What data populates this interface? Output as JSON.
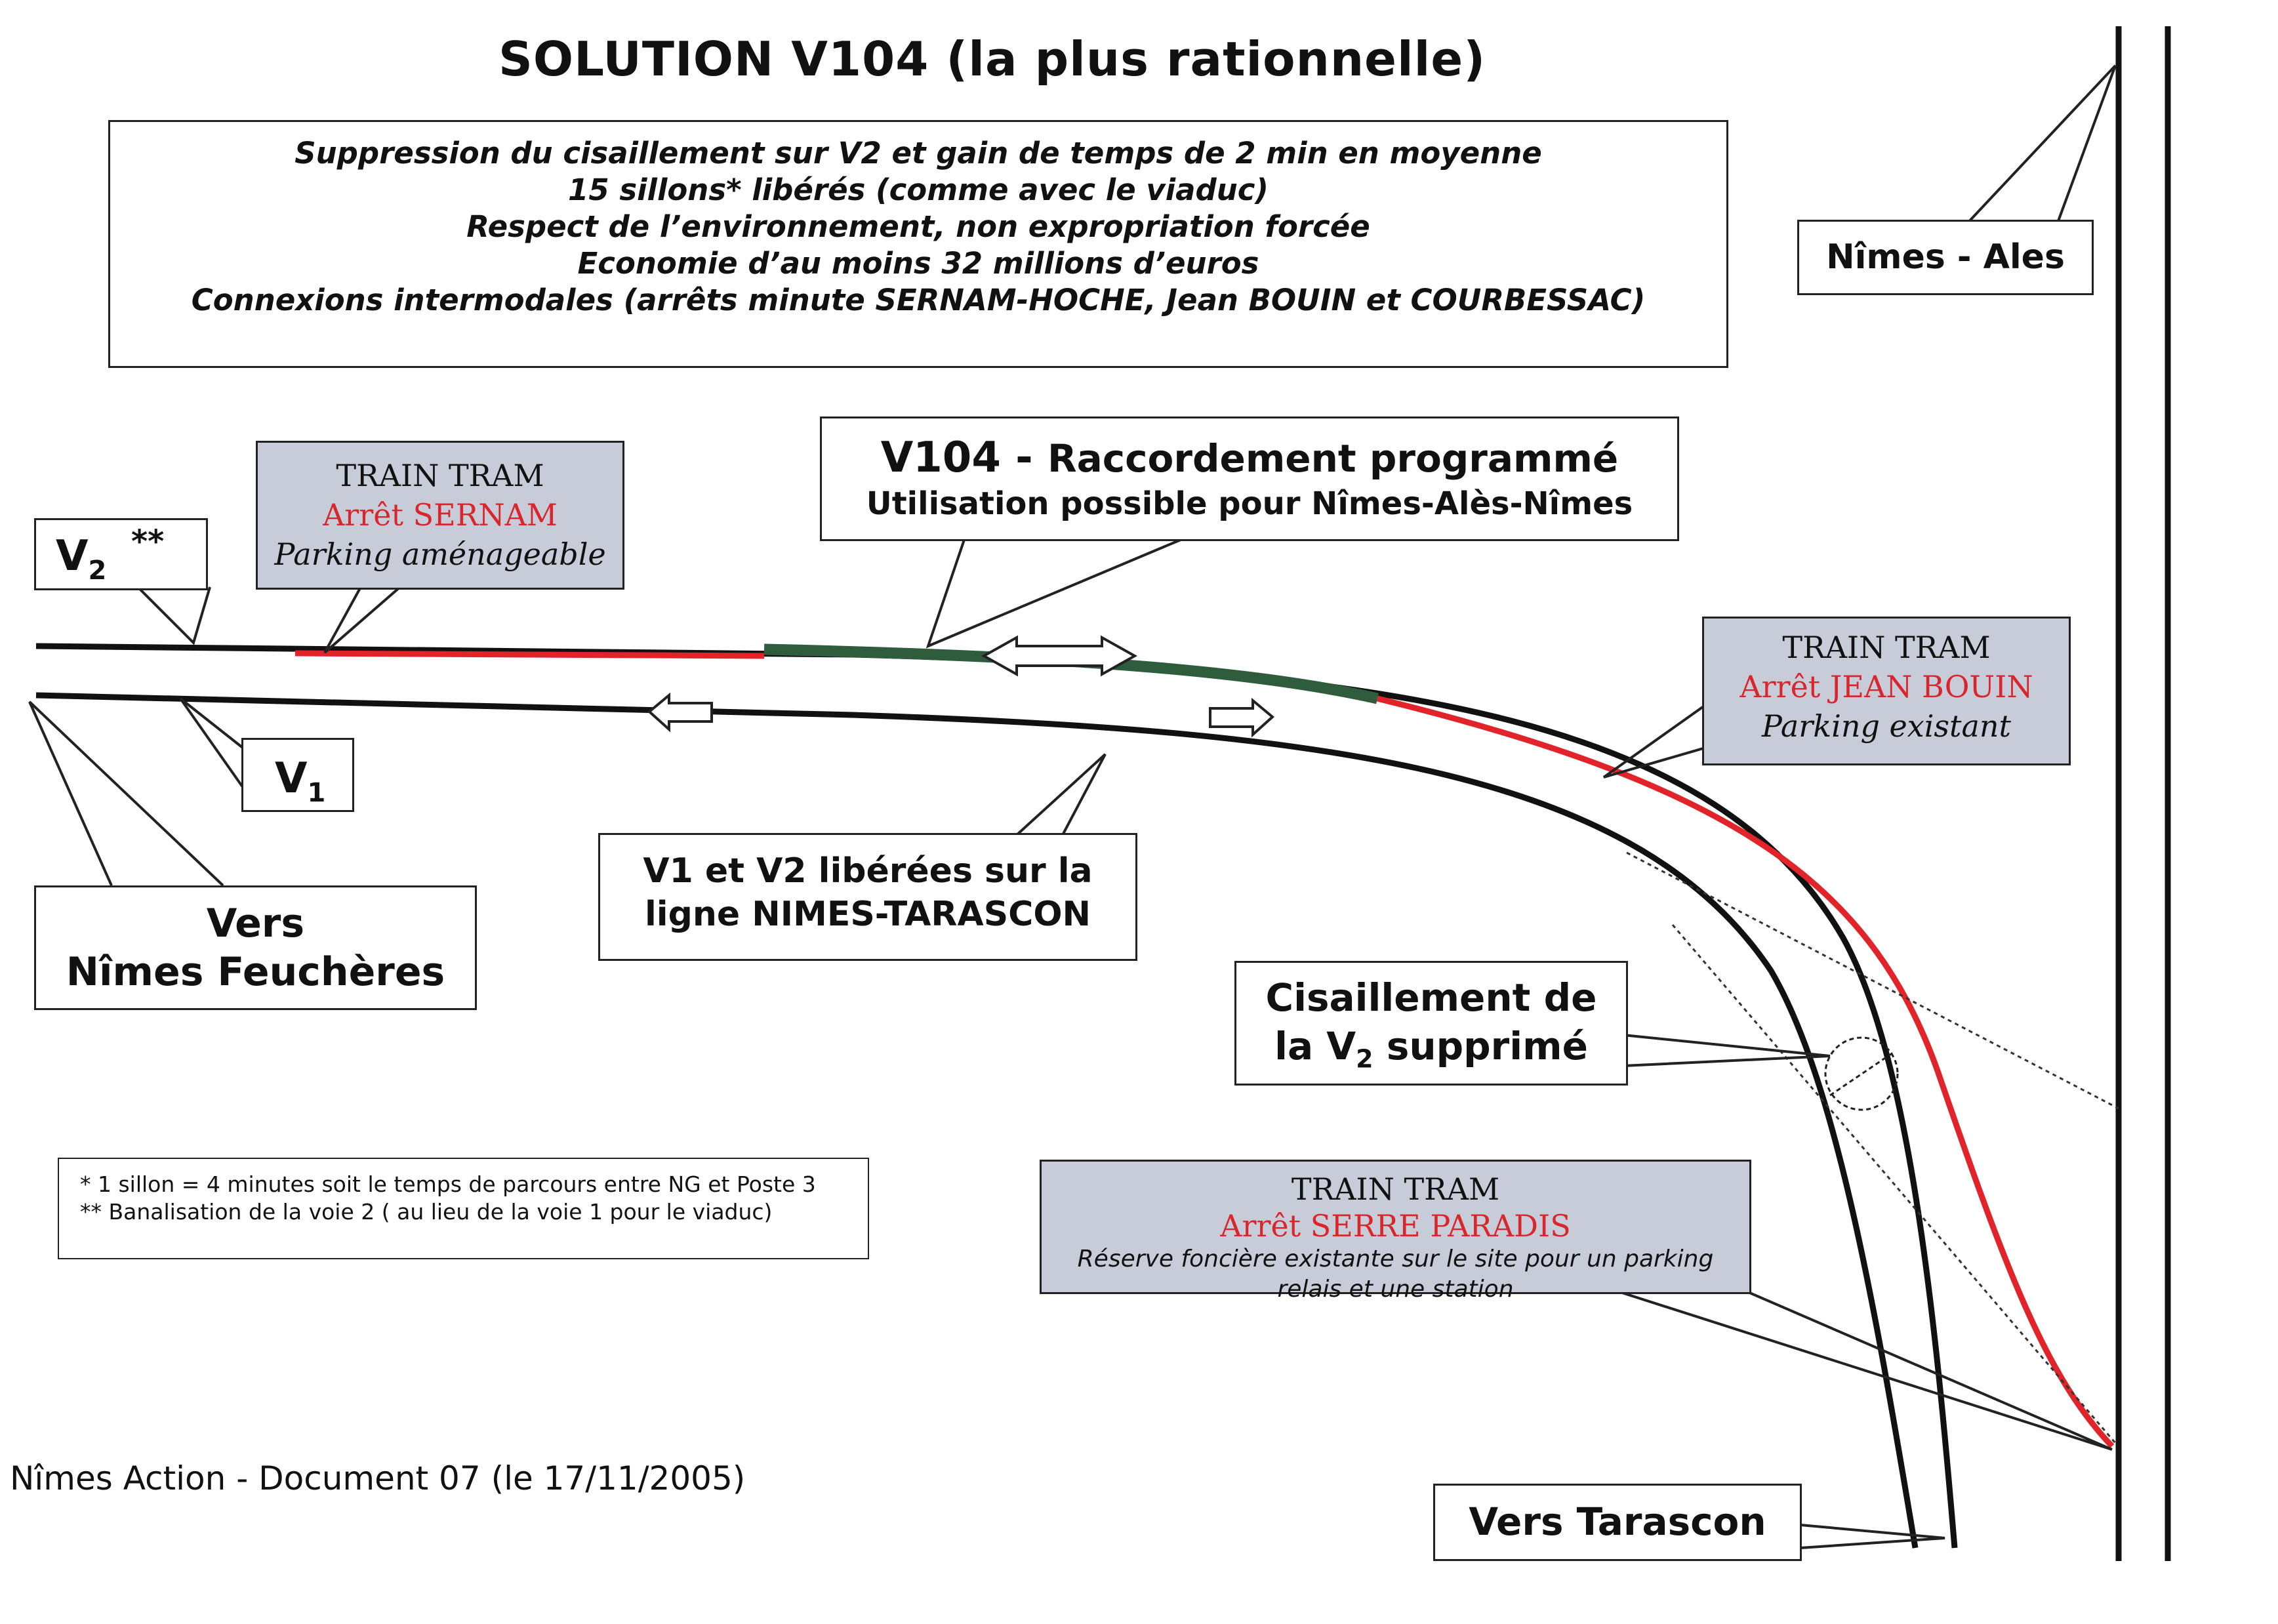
{
  "title": "SOLUTION  V104 (la plus rationnelle)",
  "summary": [
    "Suppression du cisaillement sur V2 et gain de temps de 2 min en moyenne",
    "15 sillons*  libérés (comme avec le viaduc)",
    "Respect de l’environnement, non expropriation forcée",
    "Economie d’au moins 32 millions d’euros",
    "Connexions intermodales (arrêts minute SERNAM-HOCHE, Jean BOUIN  et COURBESSAC)"
  ],
  "nimes_ales": "Nîmes - Ales",
  "v2_label": {
    "main": "V",
    "sub": "2",
    "sup": "**"
  },
  "v1_label": {
    "main": "V",
    "sub": "1"
  },
  "stop_sernam": {
    "line1": "TRAIN TRAM",
    "line2": "Arrêt SERNAM",
    "line3": "Parking aménageable"
  },
  "v104": {
    "line1a": "V104 - ",
    "line1b": "Raccordement programmé",
    "line2": "Utilisation possible pour Nîmes-Alès-Nîmes"
  },
  "stop_jean_bouin": {
    "line1": "TRAIN TRAM",
    "line2": "Arrêt JEAN BOUIN",
    "line3": "Parking existant"
  },
  "freed": {
    "line1": "V1 et V2  libérées sur la",
    "line2": "ligne NIMES-TARASCON"
  },
  "vers_feucheres": {
    "line1": "Vers",
    "line2": "Nîmes Feuchères"
  },
  "cisaillement": {
    "line1": "Cisaillement de",
    "line2a": "la V",
    "line2sub": "2",
    "line2b": "  supprimé"
  },
  "footnotes": [
    "* 1 sillon = 4 minutes soit le temps de parcours entre NG et Poste 3",
    "** Banalisation de la voie 2 ( au lieu de la voie 1 pour le viaduc)"
  ],
  "stop_serre": {
    "line1": "TRAIN TRAM",
    "line2": "Arrêt SERRE PARADIS",
    "line3": "Réserve foncière existante sur le site pour un parking",
    "line4": "relais et une station"
  },
  "document": "Nîmes Action -  Document 07 (le 17/11/2005)",
  "vers_tarascon": "Vers Tarascon",
  "colors": {
    "red_track": "#e0242a",
    "green_track": "#2e5c3c",
    "grey_box": "#c8ccd8",
    "red_text": "#d9262c"
  }
}
